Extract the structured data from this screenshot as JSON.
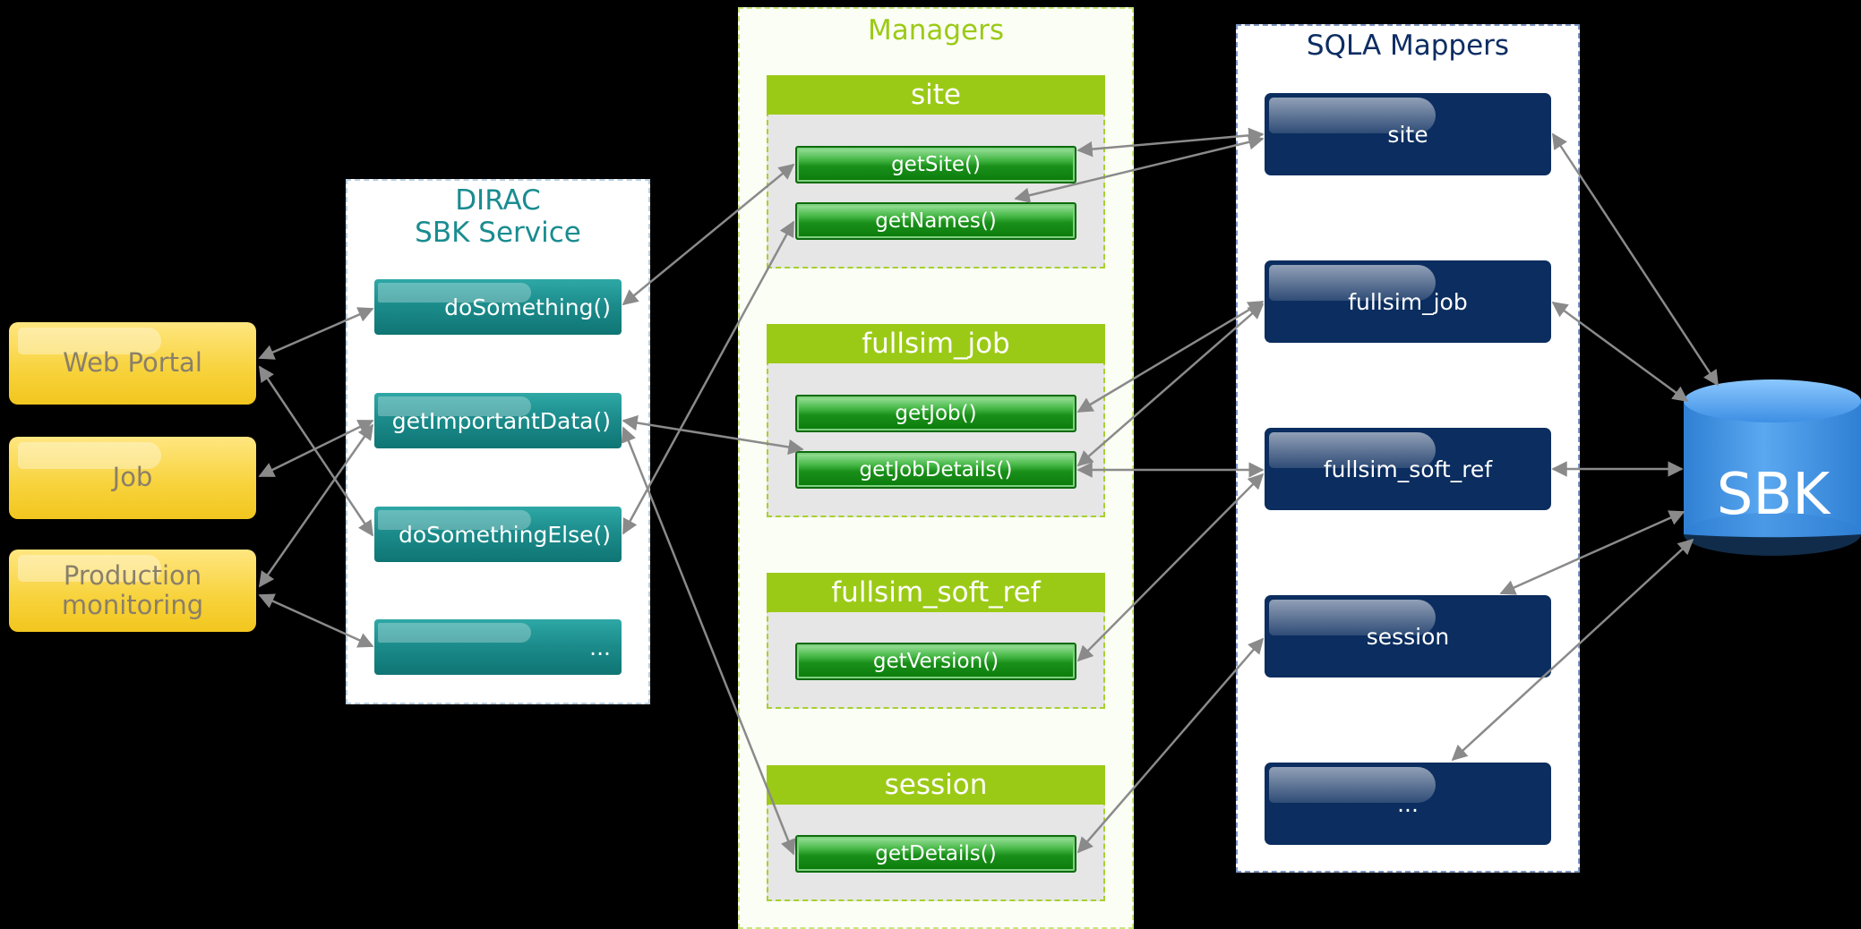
{
  "clients": [
    "Web Portal",
    "Job",
    "Production monitoring"
  ],
  "service": {
    "title_line1": "DIRAC",
    "title_line2": "SBK Service",
    "methods": [
      "doSomething()",
      "getImportantData()",
      "doSomethingElse()",
      "..."
    ]
  },
  "managers": {
    "title": "Managers",
    "groups": [
      {
        "name": "site",
        "methods": [
          "getSite()",
          "getNames()"
        ]
      },
      {
        "name": "fullsim_job",
        "methods": [
          "getJob()",
          "getJobDetails()"
        ]
      },
      {
        "name": "fullsim_soft_ref",
        "methods": [
          "getVersion()"
        ]
      },
      {
        "name": "session",
        "methods": [
          "getDetails()"
        ]
      }
    ]
  },
  "mappers": {
    "title": "SQLA Mappers",
    "items": [
      "site",
      "fullsim_job",
      "fullsim_soft_ref",
      "session",
      "..."
    ]
  },
  "database": {
    "label": "SBK"
  },
  "colors": {
    "client": "#f7d23a",
    "service": "#1c8d8c",
    "manager": "#9bca16",
    "manager_button": "#1a901a",
    "mapper": "#0b2d5f",
    "database": "#3a8ee0",
    "arrow": "#8a8a8a"
  }
}
